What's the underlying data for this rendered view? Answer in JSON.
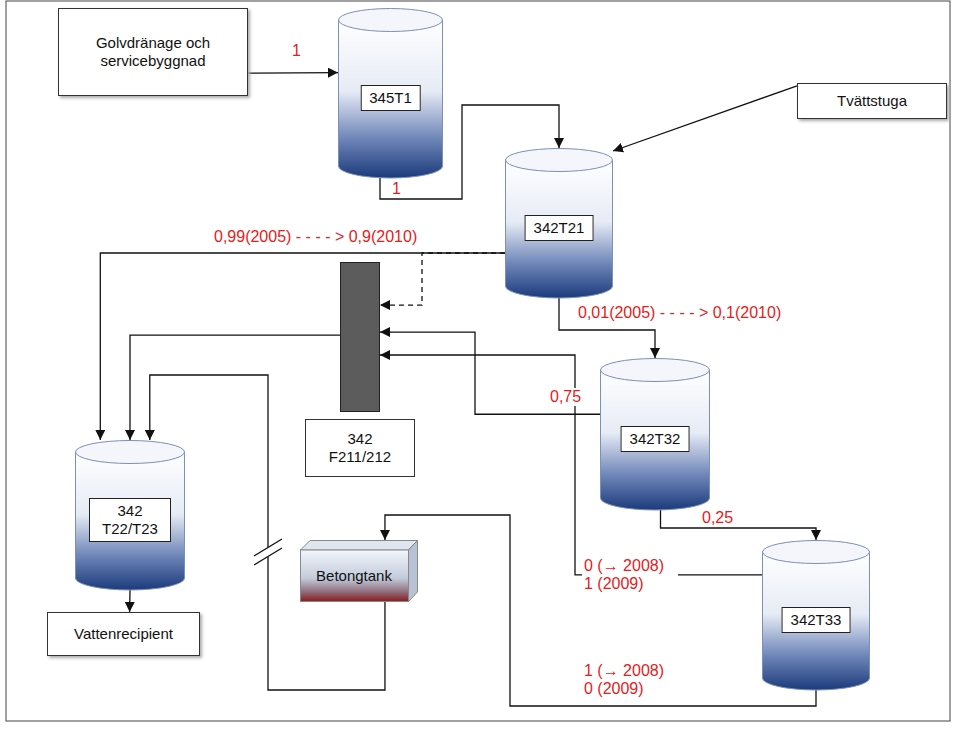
{
  "diagram": {
    "nodes": [
      {
        "text": [
          "Golvdränage och servicebyggnad"
        ]
      },
      {
        "text": [
          "345T1"
        ]
      },
      {
        "text": [
          "Tvättstuga"
        ]
      },
      {
        "text": [
          "342T21"
        ]
      },
      {
        "text": [
          "342 F211/212"
        ]
      },
      {
        "text": [
          "342T32"
        ]
      },
      {
        "text": [
          "342T33"
        ]
      },
      {
        "text": [
          "342 T22/T23"
        ]
      },
      {
        "text": [
          "Betongtank"
        ]
      },
      {
        "text": [
          "Vattenrecipient"
        ]
      }
    ],
    "edges": [
      {
        "from": 0,
        "to": 1,
        "arrow": "to",
        "label": "1"
      },
      {
        "from": 1,
        "to": 3,
        "arrow": "to",
        "label": "1"
      },
      {
        "from": 2,
        "to": 3,
        "arrow": "to"
      },
      {
        "from": 3,
        "to": 7,
        "arrow": "to",
        "label": "0,99(2005) - - - - > 0,9(2010)"
      },
      {
        "from": 3,
        "to": 4,
        "arrow": "to"
      },
      {
        "from": 3,
        "to": 5,
        "arrow": "to",
        "label": "0,01(2005) - - - - > 0,1(2010)"
      },
      {
        "from": 5,
        "to": 4,
        "arrow": "to",
        "label": "0,75"
      },
      {
        "from": 5,
        "to": 6,
        "arrow": "to",
        "label": "0,25"
      },
      {
        "from": 6,
        "to": 4,
        "arrow": "to",
        "label": "0 (→ 2008) 1 (2009)"
      },
      {
        "from": 6,
        "to": 8,
        "arrow": "to",
        "label": "1 (→ 2008) 0 (2009)"
      },
      {
        "from": 4,
        "to": 7,
        "arrow": "to"
      },
      {
        "from": 8,
        "to": 7,
        "arrow": "to"
      },
      {
        "from": 7,
        "to": 9,
        "arrow": "to"
      }
    ]
  }
}
